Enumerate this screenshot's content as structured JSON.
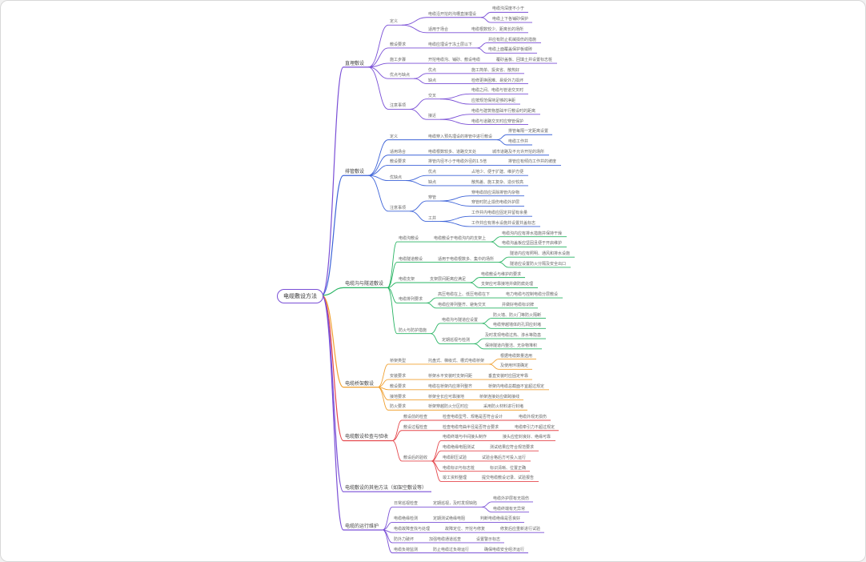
{
  "colors": {
    "root_border": "#7a4fd6",
    "branches": [
      "#7a4fd6",
      "#3d63d8",
      "#28b463",
      "#f0a030",
      "#e5484d",
      "#7a4fd6",
      "#7a4fd6"
    ]
  },
  "mindmap": {
    "root": "电缆敷设方法",
    "children": [
      {
        "label": "直埋敷设",
        "children": [
          {
            "label": "定义",
            "children": [
              {
                "label": "电缆沿开挖的沟槽直接埋设",
                "children": [
                  {
                    "label": "电缆沟深度不小于",
                    "children": []
                  },
                  {
                    "label": "电缆上下各铺砂保护",
                    "children": []
                  }
                ]
              },
              {
                "label": "适用于场合",
                "children": [
                  {
                    "label": "电缆根数较少、距离长的场所",
                    "children": []
                  }
                ]
              }
            ]
          },
          {
            "label": "敷设要求",
            "children": [
              {
                "label": "电缆应埋设于冻土层以下",
                "children": [
                  {
                    "label": "并应有防止机械损伤的措施",
                    "children": []
                  },
                  {
                    "label": "电缆上面覆盖保护板或砖",
                    "children": []
                  }
                ]
              }
            ]
          },
          {
            "label": "施工步骤",
            "children": [
              {
                "label": "开挖电缆沟、铺砂、敷设电缆",
                "children": [
                  {
                    "label": "覆砂盖板、回填土并设置标志桩",
                    "children": []
                  }
                ]
              }
            ]
          },
          {
            "label": "优点与缺点",
            "children": [
              {
                "label": "优点",
                "children": [
                  {
                    "label": "施工简单、投资省、散热好",
                    "children": []
                  }
                ]
              },
              {
                "label": "缺点",
                "children": [
                  {
                    "label": "检修更换困难、易受外力损坏",
                    "children": []
                  }
                ]
              }
            ]
          },
          {
            "label": "注意事项",
            "children": [
              {
                "label": "交叉",
                "children": [
                  {
                    "label": "电缆之间、电缆与管道交叉时",
                    "children": []
                  },
                  {
                    "label": "应按规范保持足够的净距",
                    "children": []
                  }
                ]
              },
              {
                "label": "接近",
                "children": [
                  {
                    "label": "电缆与建筑物基础平行敷设时的距离",
                    "children": []
                  },
                  {
                    "label": "电缆与道路交叉时应穿管保护",
                    "children": []
                  }
                ]
              }
            ]
          }
        ]
      },
      {
        "label": "排管敷设",
        "children": [
          {
            "label": "定义",
            "children": [
              {
                "label": "电缆穿入预先埋设的排管中进行敷设",
                "children": [
                  {
                    "label": "排管每隔一定距离设置",
                    "children": []
                  },
                  {
                    "label": "电缆工作井",
                    "children": []
                  }
                ]
              }
            ]
          },
          {
            "label": "适用场合",
            "children": [
              {
                "label": "电缆根数较多、道路交叉处",
                "children": [
                  {
                    "label": "城市道路及不允许开挖的场所",
                    "children": []
                  }
                ]
              }
            ]
          },
          {
            "label": "敷设要求",
            "children": [
              {
                "label": "排管内径不小于电缆外径的1.5倍",
                "children": [
                  {
                    "label": "排管应有倾向工作井的坡度",
                    "children": []
                  }
                ]
              }
            ]
          },
          {
            "label": "优缺点",
            "children": [
              {
                "label": "优点",
                "children": [
                  {
                    "label": "占地少、便于扩建、维护方便",
                    "children": []
                  }
                ]
              },
              {
                "label": "缺点",
                "children": [
                  {
                    "label": "散热差、施工复杂、造价较高",
                    "children": []
                  }
                ]
              }
            ]
          },
          {
            "label": "注意事项",
            "children": [
              {
                "label": "穿管",
                "children": [
                  {
                    "label": "穿电缆前应清除排管内杂物",
                    "children": []
                  },
                  {
                    "label": "穿管时防止损伤电缆外护层",
                    "children": []
                  }
                ]
              },
              {
                "label": "工井",
                "children": [
                  {
                    "label": "工作井内电缆应固定并留有余量",
                    "children": []
                  },
                  {
                    "label": "工作井应有排水设施并设置井盖标志",
                    "children": []
                  }
                ]
              }
            ]
          }
        ]
      },
      {
        "label": "电缆沟与隧道敷设",
        "children": [
          {
            "label": "电缆沟敷设",
            "children": [
              {
                "label": "电缆敷设于电缆沟内的支架上",
                "children": [
                  {
                    "label": "电缆沟内应有排水措施并保持干燥",
                    "children": []
                  },
                  {
                    "label": "电缆沟盖板应坚固且便于开启维护",
                    "children": []
                  }
                ]
              }
            ]
          },
          {
            "label": "电缆隧道敷设",
            "children": [
              {
                "label": "适用于电缆根数多、集中的场所",
                "children": [
                  {
                    "label": "隧道内应有照明、通风和排水设施",
                    "children": []
                  },
                  {
                    "label": "隧道应设置防火分隔及安全出口",
                    "children": []
                  }
                ]
              }
            ]
          },
          {
            "label": "电缆支架",
            "children": [
              {
                "label": "支架层间距离应满足",
                "children": [
                  {
                    "label": "电缆敷设与维护的要求",
                    "children": []
                  },
                  {
                    "label": "支架应可靠接地并做防腐处理",
                    "children": []
                  }
                ]
              }
            ]
          },
          {
            "label": "电缆排列要求",
            "children": [
              {
                "label": "高压电缆在上、低压电缆在下",
                "children": [
                  {
                    "label": "电力电缆与控制电缆分层敷设",
                    "children": []
                  }
                ]
              },
              {
                "label": "电缆应排列整齐、避免交叉",
                "children": [
                  {
                    "label": "并做好电缆标识牌",
                    "children": []
                  }
                ]
              }
            ]
          },
          {
            "label": "防火与防护措施",
            "children": [
              {
                "label": "电缆沟与隧道应设置",
                "children": [
                  {
                    "label": "防火墙、防火门等防火隔断",
                    "children": []
                  },
                  {
                    "label": "电缆穿越墙体的孔洞应封堵",
                    "children": []
                  }
                ]
              },
              {
                "label": "定期巡视与检测",
                "children": [
                  {
                    "label": "及时发现电缆过热、渗水等隐患",
                    "children": []
                  },
                  {
                    "label": "保持隧道内整洁、无杂物堆积",
                    "children": []
                  }
                ]
              }
            ]
          }
        ]
      },
      {
        "label": "电缆桥架敷设",
        "children": [
          {
            "label": "桥架类型",
            "children": [
              {
                "label": "托盘式、梯级式、槽式电缆桥架",
                "children": [
                  {
                    "label": "根据电缆数量选用",
                    "children": []
                  },
                  {
                    "label": "及使用环境确定",
                    "children": []
                  }
                ]
              }
            ]
          },
          {
            "label": "安装要求",
            "children": [
              {
                "label": "桥架水平安装时支架间距",
                "children": [
                  {
                    "label": "垂直安装时应固定牢靠",
                    "children": []
                  }
                ]
              }
            ]
          },
          {
            "label": "敷设要求",
            "children": [
              {
                "label": "电缆在桥架内应排列整齐",
                "children": [
                  {
                    "label": "桥架内电缆总截面不宜超过规定",
                    "children": []
                  }
                ]
              }
            ]
          },
          {
            "label": "接地要求",
            "children": [
              {
                "label": "桥架全长应可靠接地",
                "children": [
                  {
                    "label": "桥架连接处应做跨接线",
                    "children": []
                  }
                ]
              }
            ]
          },
          {
            "label": "防火要求",
            "children": [
              {
                "label": "桥架穿越防火分区时应",
                "children": [
                  {
                    "label": "采用防火材料进行封堵",
                    "children": []
                  }
                ]
              }
            ]
          }
        ]
      },
      {
        "label": "电缆敷设检查与验收",
        "children": [
          {
            "label": "敷设前的检查",
            "children": [
              {
                "label": "检查电缆型号、规格是否符合设计",
                "children": [
                  {
                    "label": "电缆外观无损伤",
                    "children": []
                  }
                ]
              }
            ]
          },
          {
            "label": "敷设过程检查",
            "children": [
              {
                "label": "检查电缆弯曲半径是否符合要求",
                "children": [
                  {
                    "label": "电缆牵引力不超过规定",
                    "children": []
                  }
                ]
              }
            ]
          },
          {
            "label": "敷设后的验收",
            "children": [
              {
                "label": "电缆终端与中间接头制作",
                "children": [
                  {
                    "label": "接头应密封良好、绝缘可靠",
                    "children": []
                  }
                ]
              },
              {
                "label": "电缆绝缘电阻测试",
                "children": [
                  {
                    "label": "测试结果应符合规范要求",
                    "children": []
                  }
                ]
              },
              {
                "label": "电缆耐压试验",
                "children": [
                  {
                    "label": "试验合格后方可投入运行",
                    "children": []
                  }
                ]
              },
              {
                "label": "电缆标识与标志桩",
                "children": [
                  {
                    "label": "标识清晰、位置正确",
                    "children": []
                  }
                ]
              },
              {
                "label": "竣工资料整理",
                "children": [
                  {
                    "label": "提交电缆敷设记录、试验报告",
                    "children": []
                  }
                ]
              }
            ]
          }
        ]
      },
      {
        "label": "电缆敷设的其他方法（如架空敷设等）",
        "children": []
      },
      {
        "label": "电缆的运行维护",
        "children": [
          {
            "label": "日常巡视检查",
            "children": [
              {
                "label": "定期巡视，及时发现缺陷",
                "children": [
                  {
                    "label": "电缆外护层有无损伤",
                    "children": []
                  },
                  {
                    "label": "电缆终端有无异常",
                    "children": []
                  }
                ]
              }
            ]
          },
          {
            "label": "电缆绝缘检测",
            "children": [
              {
                "label": "定期测试绝缘电阻",
                "children": [
                  {
                    "label": "判断电缆绝缘是否良好",
                    "children": []
                  }
                ]
              }
            ]
          },
          {
            "label": "电缆故障查找与处理",
            "children": [
              {
                "label": "故障定位、开挖与修复",
                "children": [
                  {
                    "label": "修复后应重新进行试验",
                    "children": []
                  }
                ]
              }
            ]
          },
          {
            "label": "防外力破坏",
            "children": [
              {
                "label": "加强电缆通道巡查",
                "children": [
                  {
                    "label": "设置警示标志",
                    "children": []
                  }
                ]
              }
            ]
          },
          {
            "label": "电缆负荷监测",
            "children": [
              {
                "label": "防止电缆过负荷运行",
                "children": [
                  {
                    "label": "确保电缆安全经济运行",
                    "children": []
                  }
                ]
              }
            ]
          }
        ]
      }
    ]
  }
}
